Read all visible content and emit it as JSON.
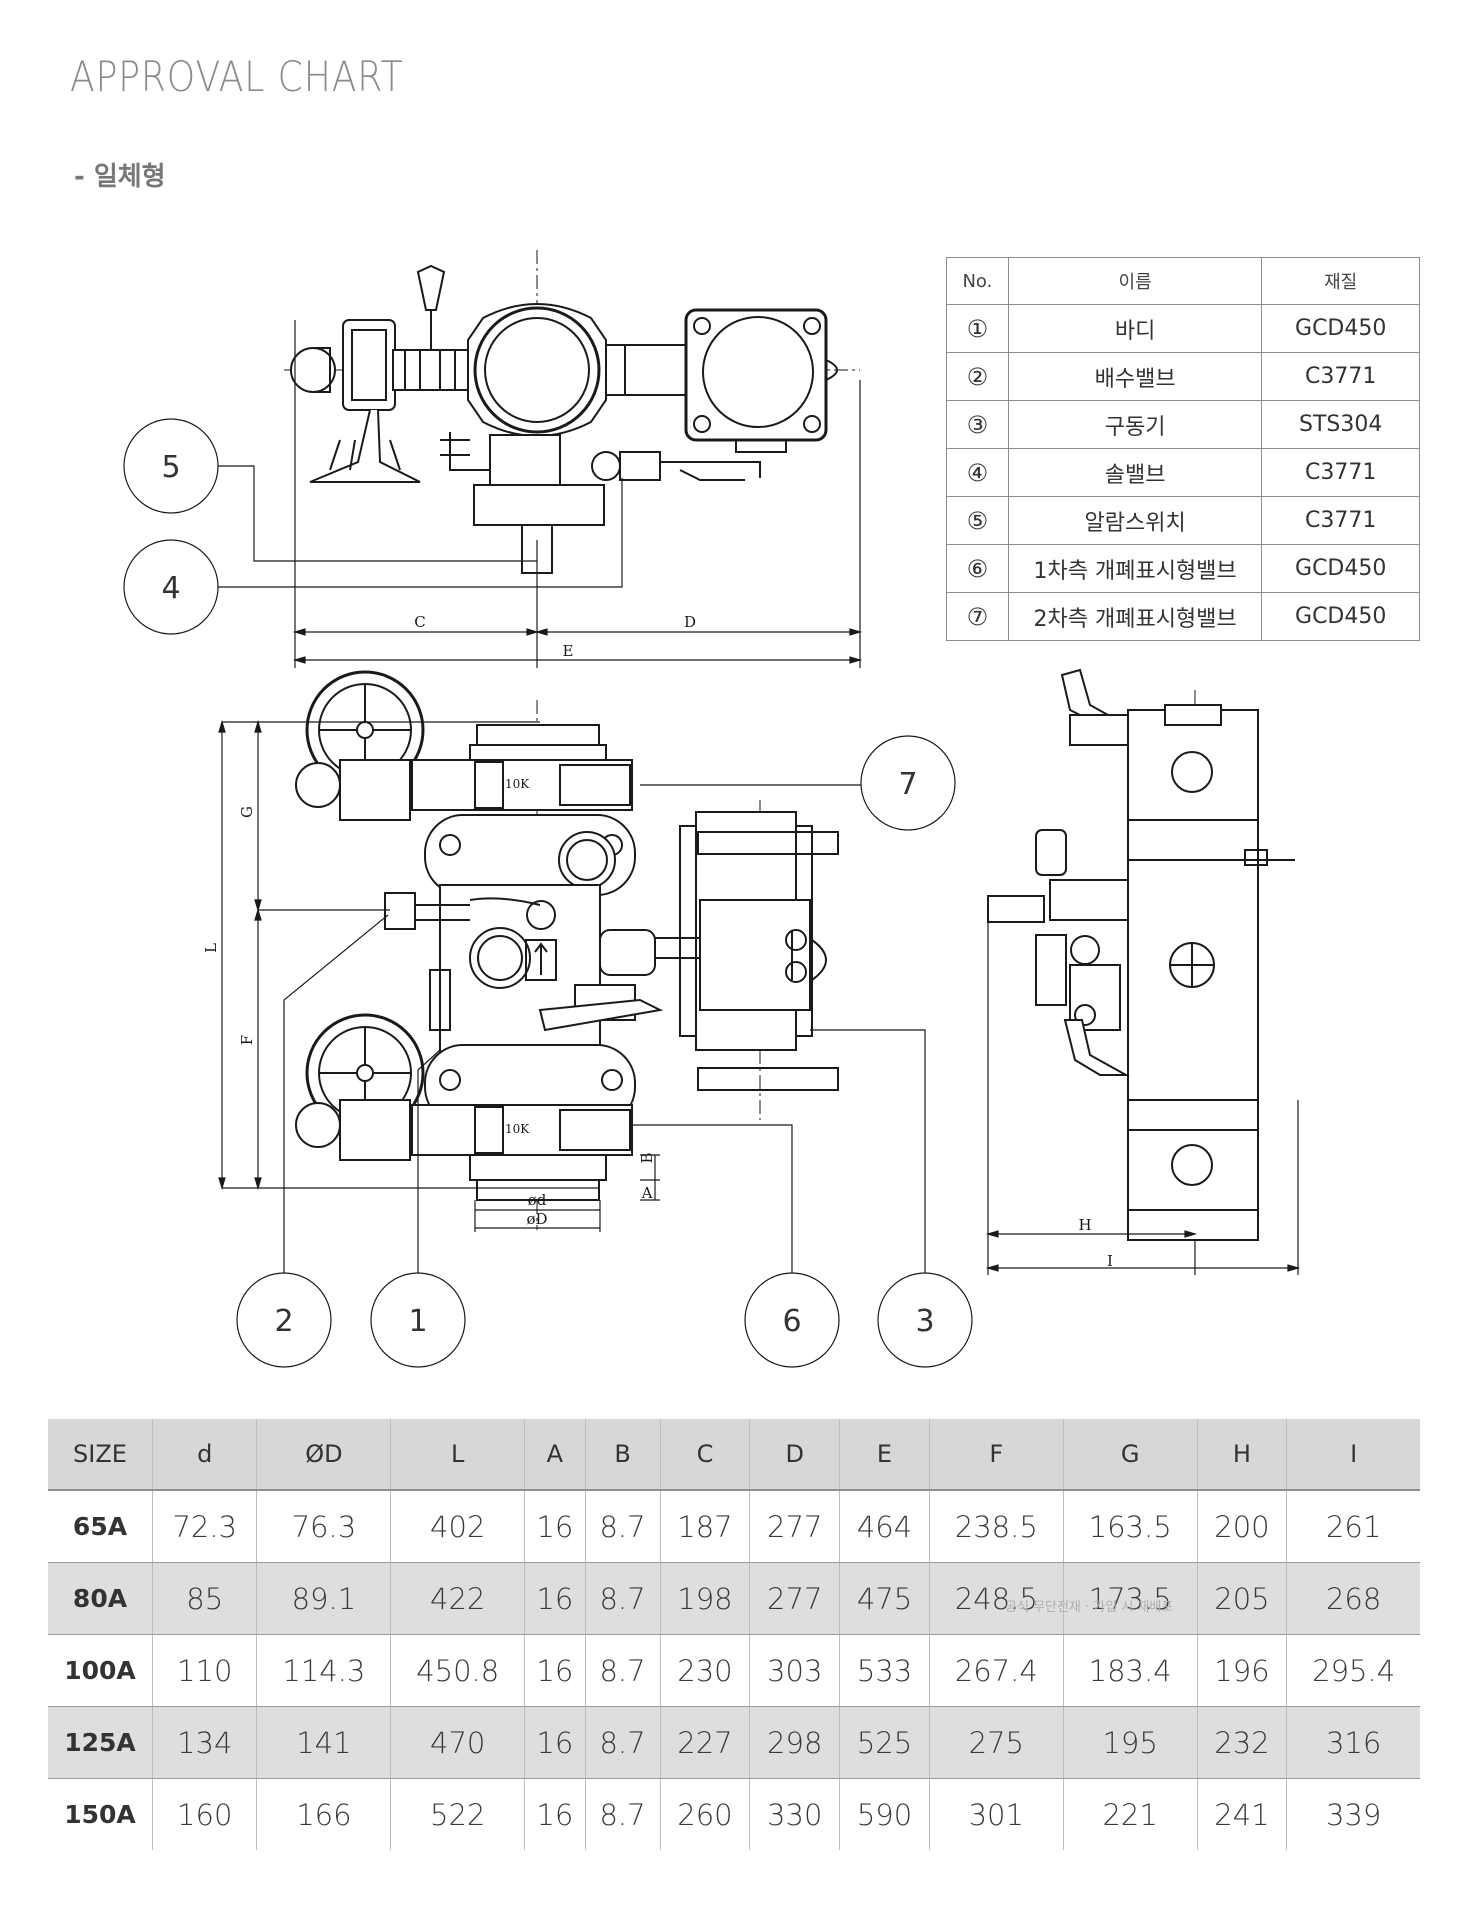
{
  "page": {
    "title": "APPROVAL CHART",
    "subtitle": "- 일체형"
  },
  "parts_table": {
    "headers": [
      "No.",
      "이름",
      "재질"
    ],
    "rows": [
      [
        "①",
        "바디",
        "GCD450"
      ],
      [
        "②",
        "배수밸브",
        "C3771"
      ],
      [
        "③",
        "구동기",
        "STS304"
      ],
      [
        "④",
        "솔밸브",
        "C3771"
      ],
      [
        "⑤",
        "알람스위치",
        "C3771"
      ],
      [
        "⑥",
        "1차측 개폐표시형밸브",
        "GCD450"
      ],
      [
        "⑦",
        "2차측 개폐표시형밸브",
        "GCD450"
      ]
    ]
  },
  "drawing": {
    "callouts": [
      "5",
      "4",
      "7",
      "2",
      "1",
      "6",
      "3"
    ],
    "dimension_labels": {
      "c": "C",
      "d": "D",
      "e": "E",
      "g": "G",
      "l": "L",
      "f": "F",
      "od": "ød",
      "oD": "øD",
      "a": "A",
      "b": "B",
      "h": "H",
      "i": "I"
    },
    "valve_marks": [
      "10K",
      "10K"
    ]
  },
  "dimensions_table": {
    "headers": [
      "SIZE",
      "d",
      "ØD",
      "L",
      "A",
      "B",
      "C",
      "D",
      "E",
      "F",
      "G",
      "H",
      "I"
    ],
    "rows": [
      [
        "65A",
        "72.3",
        "76.3",
        "402",
        "16",
        "8.7",
        "187",
        "277",
        "464",
        "238.5",
        "163.5",
        "200",
        "261"
      ],
      [
        "80A",
        "85",
        "89.1",
        "422",
        "16",
        "8.7",
        "198",
        "277",
        "475",
        "248.5",
        "173.5",
        "205",
        "268"
      ],
      [
        "100A",
        "110",
        "114.3",
        "450.8",
        "16",
        "8.7",
        "230",
        "303",
        "533",
        "267.4",
        "183.4",
        "196",
        "295.4"
      ],
      [
        "125A",
        "134",
        "141",
        "470",
        "16",
        "8.7",
        "227",
        "298",
        "525",
        "275",
        "195",
        "232",
        "316"
      ],
      [
        "150A",
        "160",
        "166",
        "522",
        "16",
        "8.7",
        "260",
        "330",
        "590",
        "301",
        "221",
        "241",
        "339"
      ]
    ]
  },
  "watermark": "공식 무단전재 · 가입 시 재배포"
}
